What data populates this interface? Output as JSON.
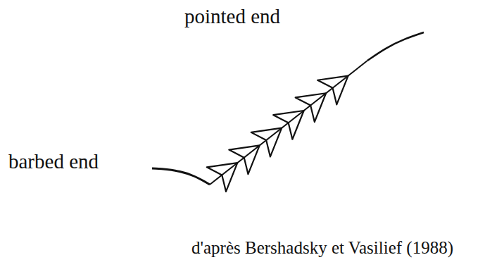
{
  "diagram": {
    "caption": "d'après Bershadsky et Vasilief (1988)",
    "labels": [
      "pointed end",
      "barbed end"
    ]
  }
}
